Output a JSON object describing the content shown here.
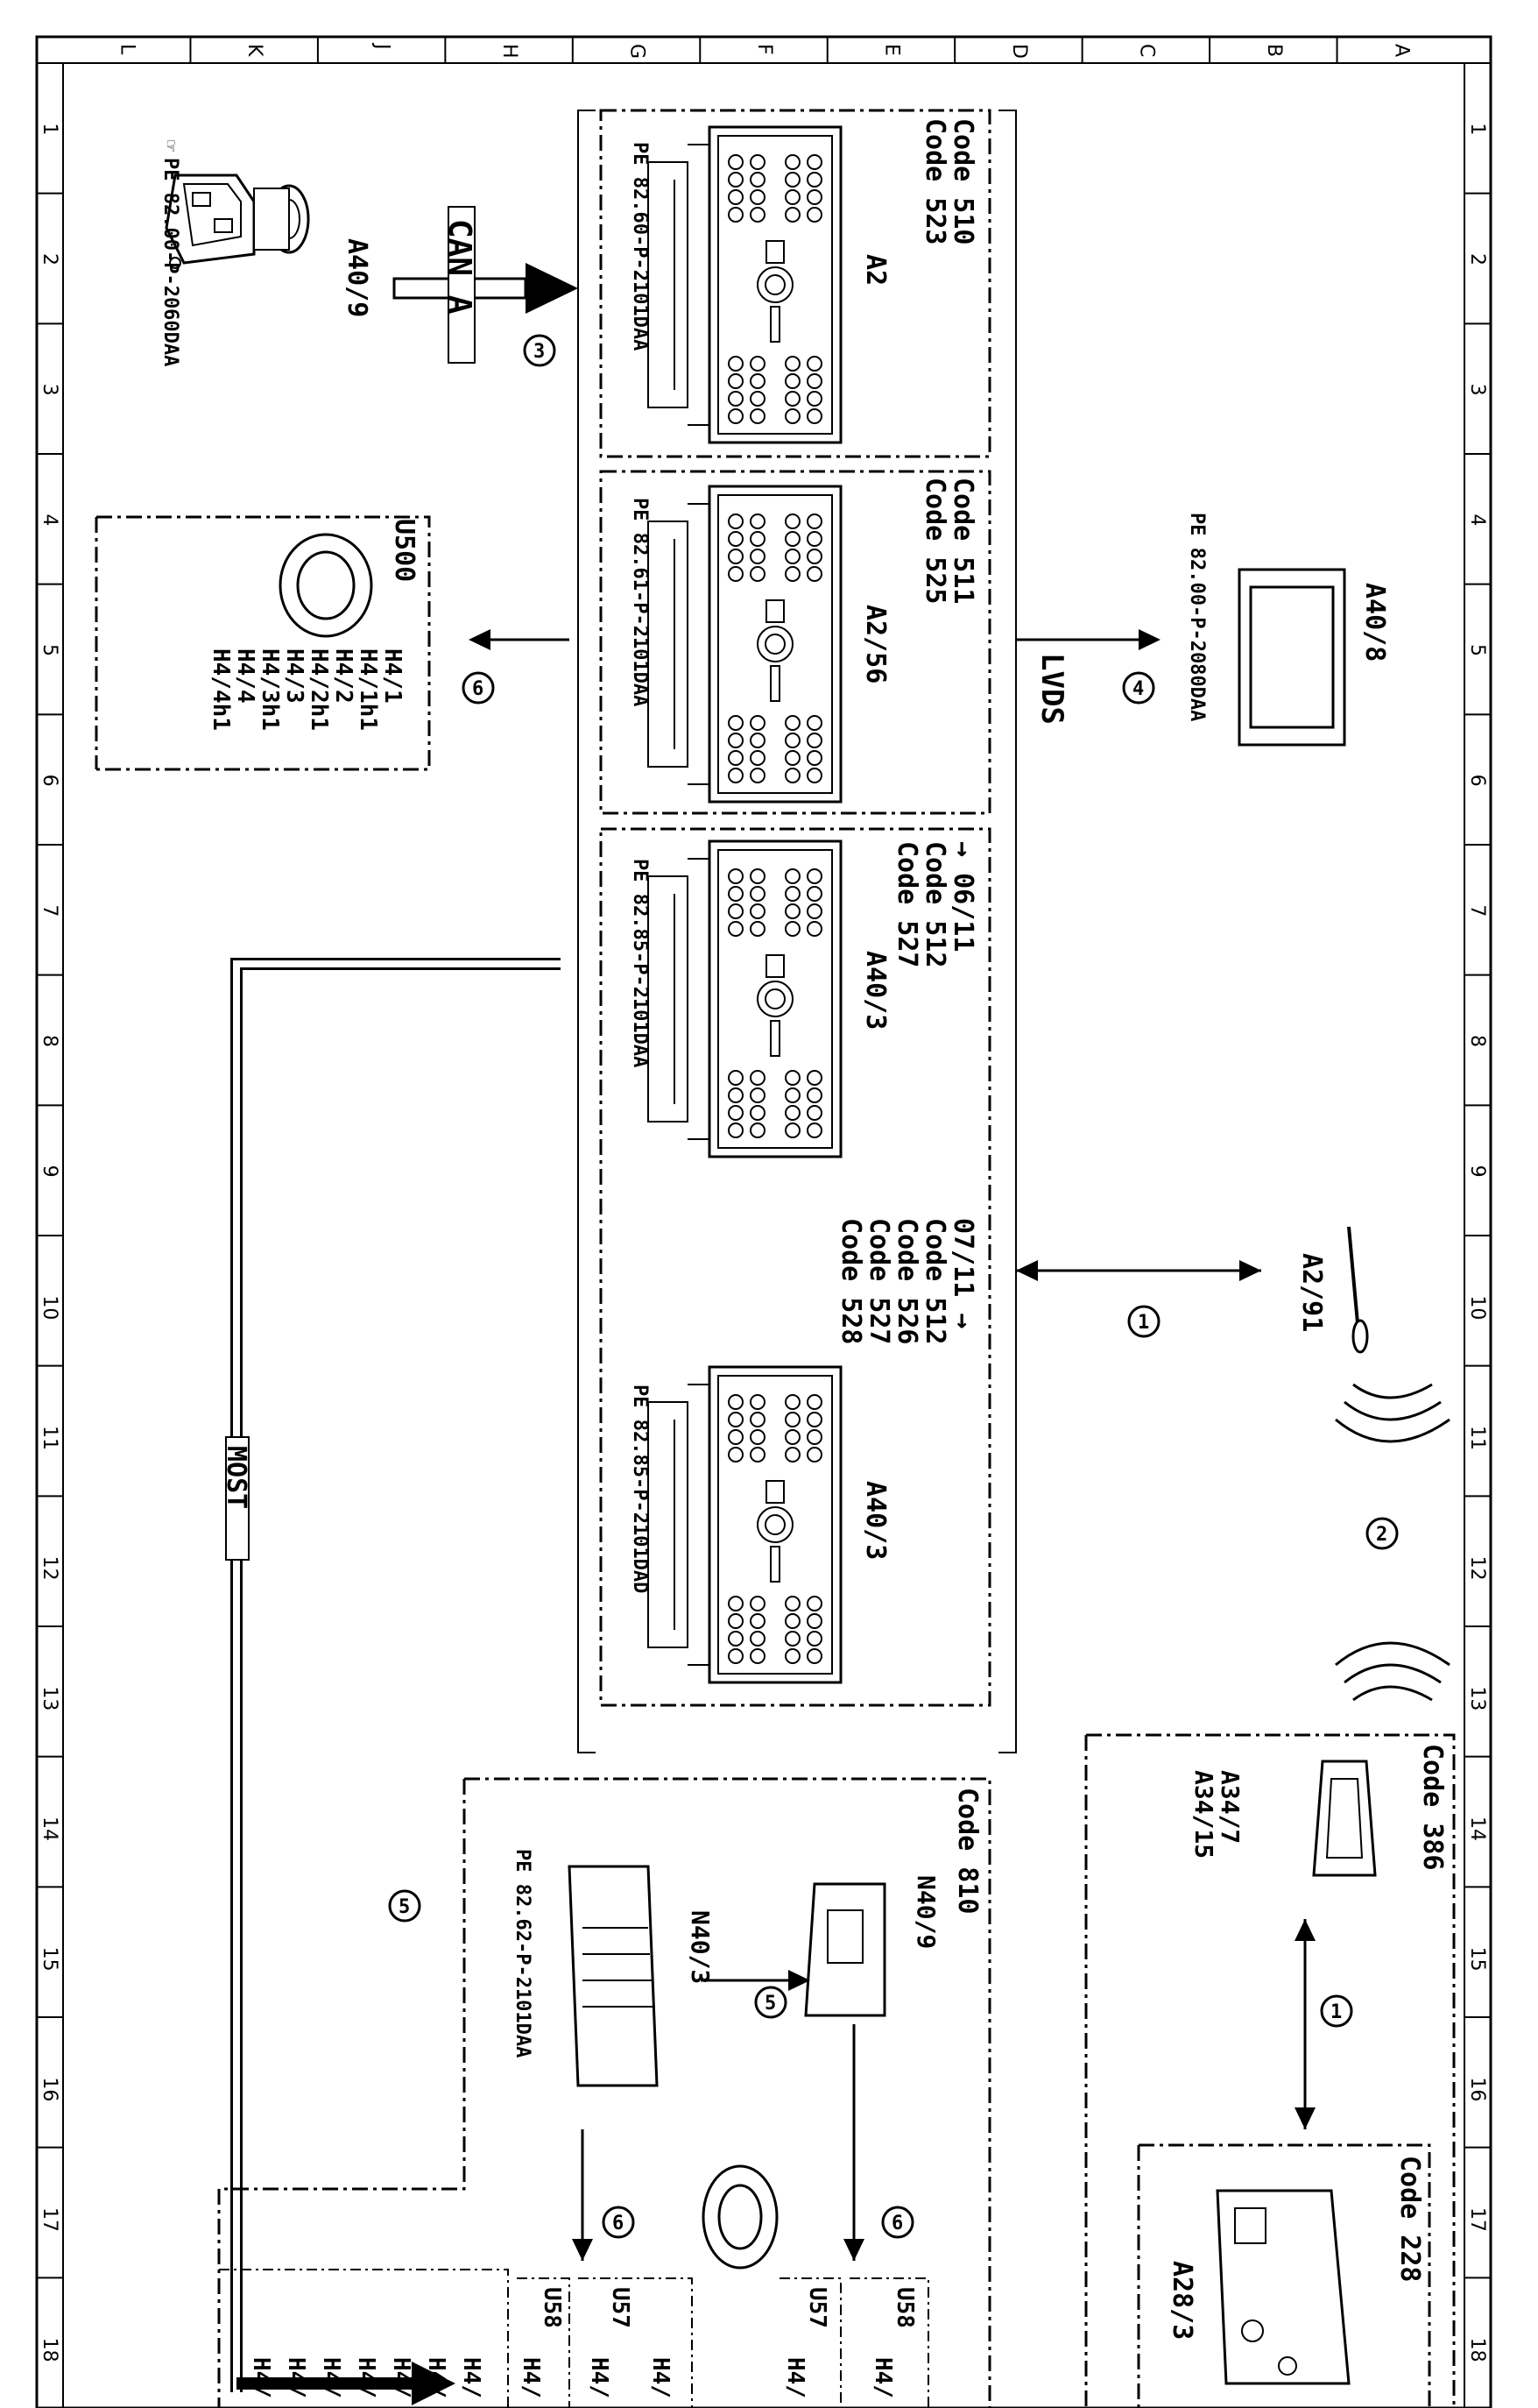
{
  "grid": {
    "columns": [
      "L",
      "K",
      "J",
      "H",
      "G",
      "F",
      "E",
      "D",
      "C",
      "B",
      "A"
    ],
    "rows": [
      "1",
      "2",
      "3",
      "4",
      "5",
      "6",
      "7",
      "8",
      "9",
      "10",
      "11",
      "12",
      "13",
      "14",
      "15",
      "16",
      "17",
      "18"
    ]
  },
  "components": {
    "a40_9": {
      "label": "A40/9",
      "ref": "PE 82.00-P-2060DAA"
    },
    "a2": {
      "codes": [
        "Code 510",
        "Code 523"
      ],
      "label": "A2",
      "ref": "PE 82.60-P-2101DAA"
    },
    "a2_56": {
      "codes": [
        "Code 511",
        "Code 525"
      ],
      "label": "A2/56",
      "ref": "PE 82.61-P-2101DAA"
    },
    "a40_3_early": {
      "codes": [
        "→ 06/11",
        "Code 512",
        "Code 527"
      ],
      "label": "A40/3",
      "ref": "PE 82.85-P-2101DAA"
    },
    "a40_3_late": {
      "codes": [
        "07/11 →",
        "Code 512",
        "Code 526",
        "Code 527",
        "Code 528"
      ],
      "label": "A40/3",
      "ref": "PE 82.85-P-2101DAD"
    },
    "a40_8": {
      "label": "A40/8",
      "ref": "PE 82.00-P-2080DAA"
    },
    "a2_91": {
      "label": "A2/91"
    },
    "a34": {
      "code": "Code 386",
      "labels": [
        "A34/7",
        "A34/15"
      ]
    },
    "a28_3": {
      "code": "Code 228",
      "label": "A28/3"
    },
    "u500": {
      "label": "U500",
      "items": [
        "H4/1",
        "H4/1h1",
        "H4/2",
        "H4/2h1",
        "H4/3",
        "H4/3h1",
        "H4/4",
        "H4/4h1"
      ]
    },
    "amp_group": {
      "code": "Code 810",
      "n40_9": "N40/9",
      "n40_3": "N40/3",
      "ref": "PE 82.62-P-2101DAA"
    },
    "bottom_left": {
      "u58": "U58",
      "u57": "U57",
      "items_left": [
        "H4/",
        "H4/",
        "H4/",
        "H4/",
        "H4/",
        "H4/",
        "H4/"
      ],
      "items_u58": [
        "H4/"
      ],
      "items_u57": [
        "H4/",
        "H4/"
      ]
    },
    "bottom_right": {
      "u57": "U57",
      "u58": "U58",
      "items": [
        "H4/",
        "H4/"
      ]
    }
  },
  "connections": {
    "can_a": "CAN A",
    "lvds": "LVDS",
    "most": "MOST",
    "markers": [
      "1",
      "2",
      "3",
      "4",
      "5",
      "6"
    ]
  }
}
